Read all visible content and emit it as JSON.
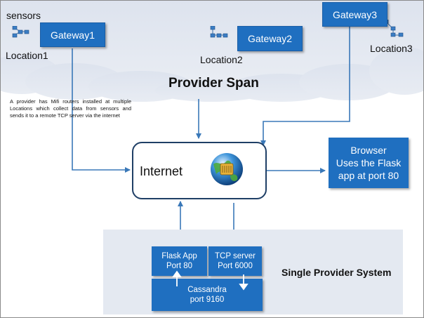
{
  "labels": {
    "sensors": "sensors",
    "location1": "Location1",
    "location2": "Location2",
    "location3": "Location3",
    "provider_span": "Provider Span",
    "description": "A provider has Mifi routers installed at multiple Locations which collect data from sensors and sends it to a remote TCP server via the internet",
    "single_provider_system": "Single Provider System"
  },
  "gateways": [
    "Gateway1",
    "Gateway2",
    "Gateway3"
  ],
  "internet": {
    "label": "Internet",
    "icon": "globe-network-icon"
  },
  "browser": {
    "line1": "Browser",
    "line2": "Uses the Flask",
    "line3": "app at port 80"
  },
  "flask_app": {
    "line1": "Flask App",
    "line2": "Port 80"
  },
  "tcp_server": {
    "line1": "TCP server",
    "line2": "Port 6000"
  },
  "cassandra": {
    "line1": "Cassandra",
    "line2": "port 9160"
  },
  "colors": {
    "box_blue": "#1f6fc0",
    "cloud": "#e3e8f1",
    "arrow": "#3a78b8",
    "system_panel": "#e4e9f1"
  }
}
